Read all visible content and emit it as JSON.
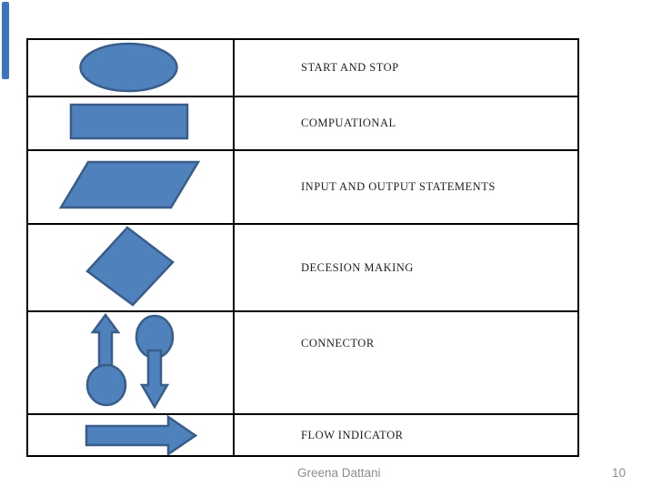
{
  "slide": {
    "kind": "presentation-slide"
  },
  "colors": {
    "shape_fill": "#4f81bd",
    "shape_stroke": "#385d8a",
    "table_border": "#000000",
    "accent_bar": "#3e74bc",
    "footer_text": "#8c8c8c",
    "background": "#ffffff"
  },
  "table": {
    "rows": [
      {
        "shape": "oval-terminator",
        "label": "START AND STOP"
      },
      {
        "shape": "process-rectangle",
        "label": "COMPUATIONAL"
      },
      {
        "shape": "io-parallelogram",
        "label": "INPUT AND OUTPUT STATEMENTS"
      },
      {
        "shape": "decision-diamond",
        "label": "DECESION MAKING"
      },
      {
        "shape": "connector-arrows-ovals",
        "label": "CONNECTOR"
      },
      {
        "shape": "flow-arrow-right",
        "label": "FLOW INDICATOR"
      }
    ]
  },
  "footer": {
    "author": "Greena Dattani",
    "page_number": "10"
  }
}
